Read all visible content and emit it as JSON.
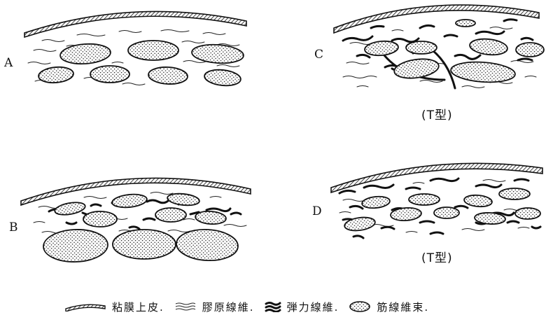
{
  "panels": [
    {
      "id": "A",
      "label": "A",
      "type_label": ""
    },
    {
      "id": "B",
      "label": "B",
      "type_label": ""
    },
    {
      "id": "C",
      "label": "C",
      "type_label": "(T型)"
    },
    {
      "id": "D",
      "label": "D",
      "type_label": "(T型)"
    }
  ],
  "legend": {
    "epithelium": "粘膜上皮.",
    "collagen": "膠原線維.",
    "elastic": "弾力線維.",
    "muscle": "筋線維束."
  }
}
